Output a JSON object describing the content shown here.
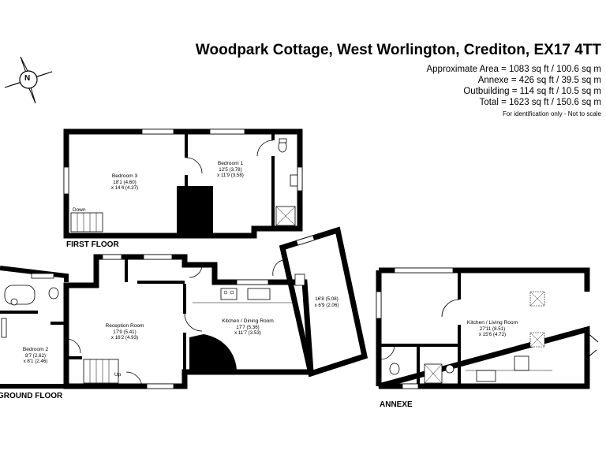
{
  "property": {
    "title": "Woodpark Cottage, West Worlington, Crediton, EX17 4TT",
    "areas": [
      "Approximate Area = 1083 sq ft / 100.6 sq m",
      "Annexe = 426 sq ft / 39.5 sq m",
      "Outbuilding = 114 sq ft / 10.5 sq m",
      "Total = 1623 sq ft / 150.6 sq m"
    ],
    "note": "For identification only - Not to scale"
  },
  "compass": {
    "label": "N"
  },
  "floors": {
    "first": "FIRST FLOOR",
    "ground": "GROUND FLOOR",
    "annexe": "ANNEXE"
  },
  "rooms": {
    "bedroom3": {
      "name": "Bedroom 3",
      "dim1": "18'1 (4.60)",
      "dim2": "x 14'4 (4.37)"
    },
    "bedroom1": {
      "name": "Bedroom 1",
      "dim1": "12'5 (3.78)",
      "dim2": "x 11'9 (3.58)"
    },
    "reception": {
      "name": "Reception Room",
      "dim1": "17'9 (5.41)",
      "dim2": "x 16'2 (4.93)"
    },
    "kitchen_dining": {
      "name": "Kitchen / Dining Room",
      "dim1": "17'7 (5.36)",
      "dim2": "x 11'7 (3.53)"
    },
    "bedroom2": {
      "name": "Bedroom 2",
      "dim1": "8'7 (2.62)",
      "dim2": "x 8'1 (2.46)"
    },
    "outbuilding": {
      "dim1": "16'8 (5.08)",
      "dim2": "x 6'9 (2.06)"
    },
    "kitchen_living": {
      "name": "Kitchen / Living Room",
      "dim1": "27'11 (8.51)",
      "dim2": "x 15'6 (4.72)"
    }
  },
  "stairs": {
    "down": "Down",
    "up": "Up"
  },
  "colors": {
    "wall": "#000000",
    "background": "#ffffff",
    "window": "#ffffff"
  }
}
